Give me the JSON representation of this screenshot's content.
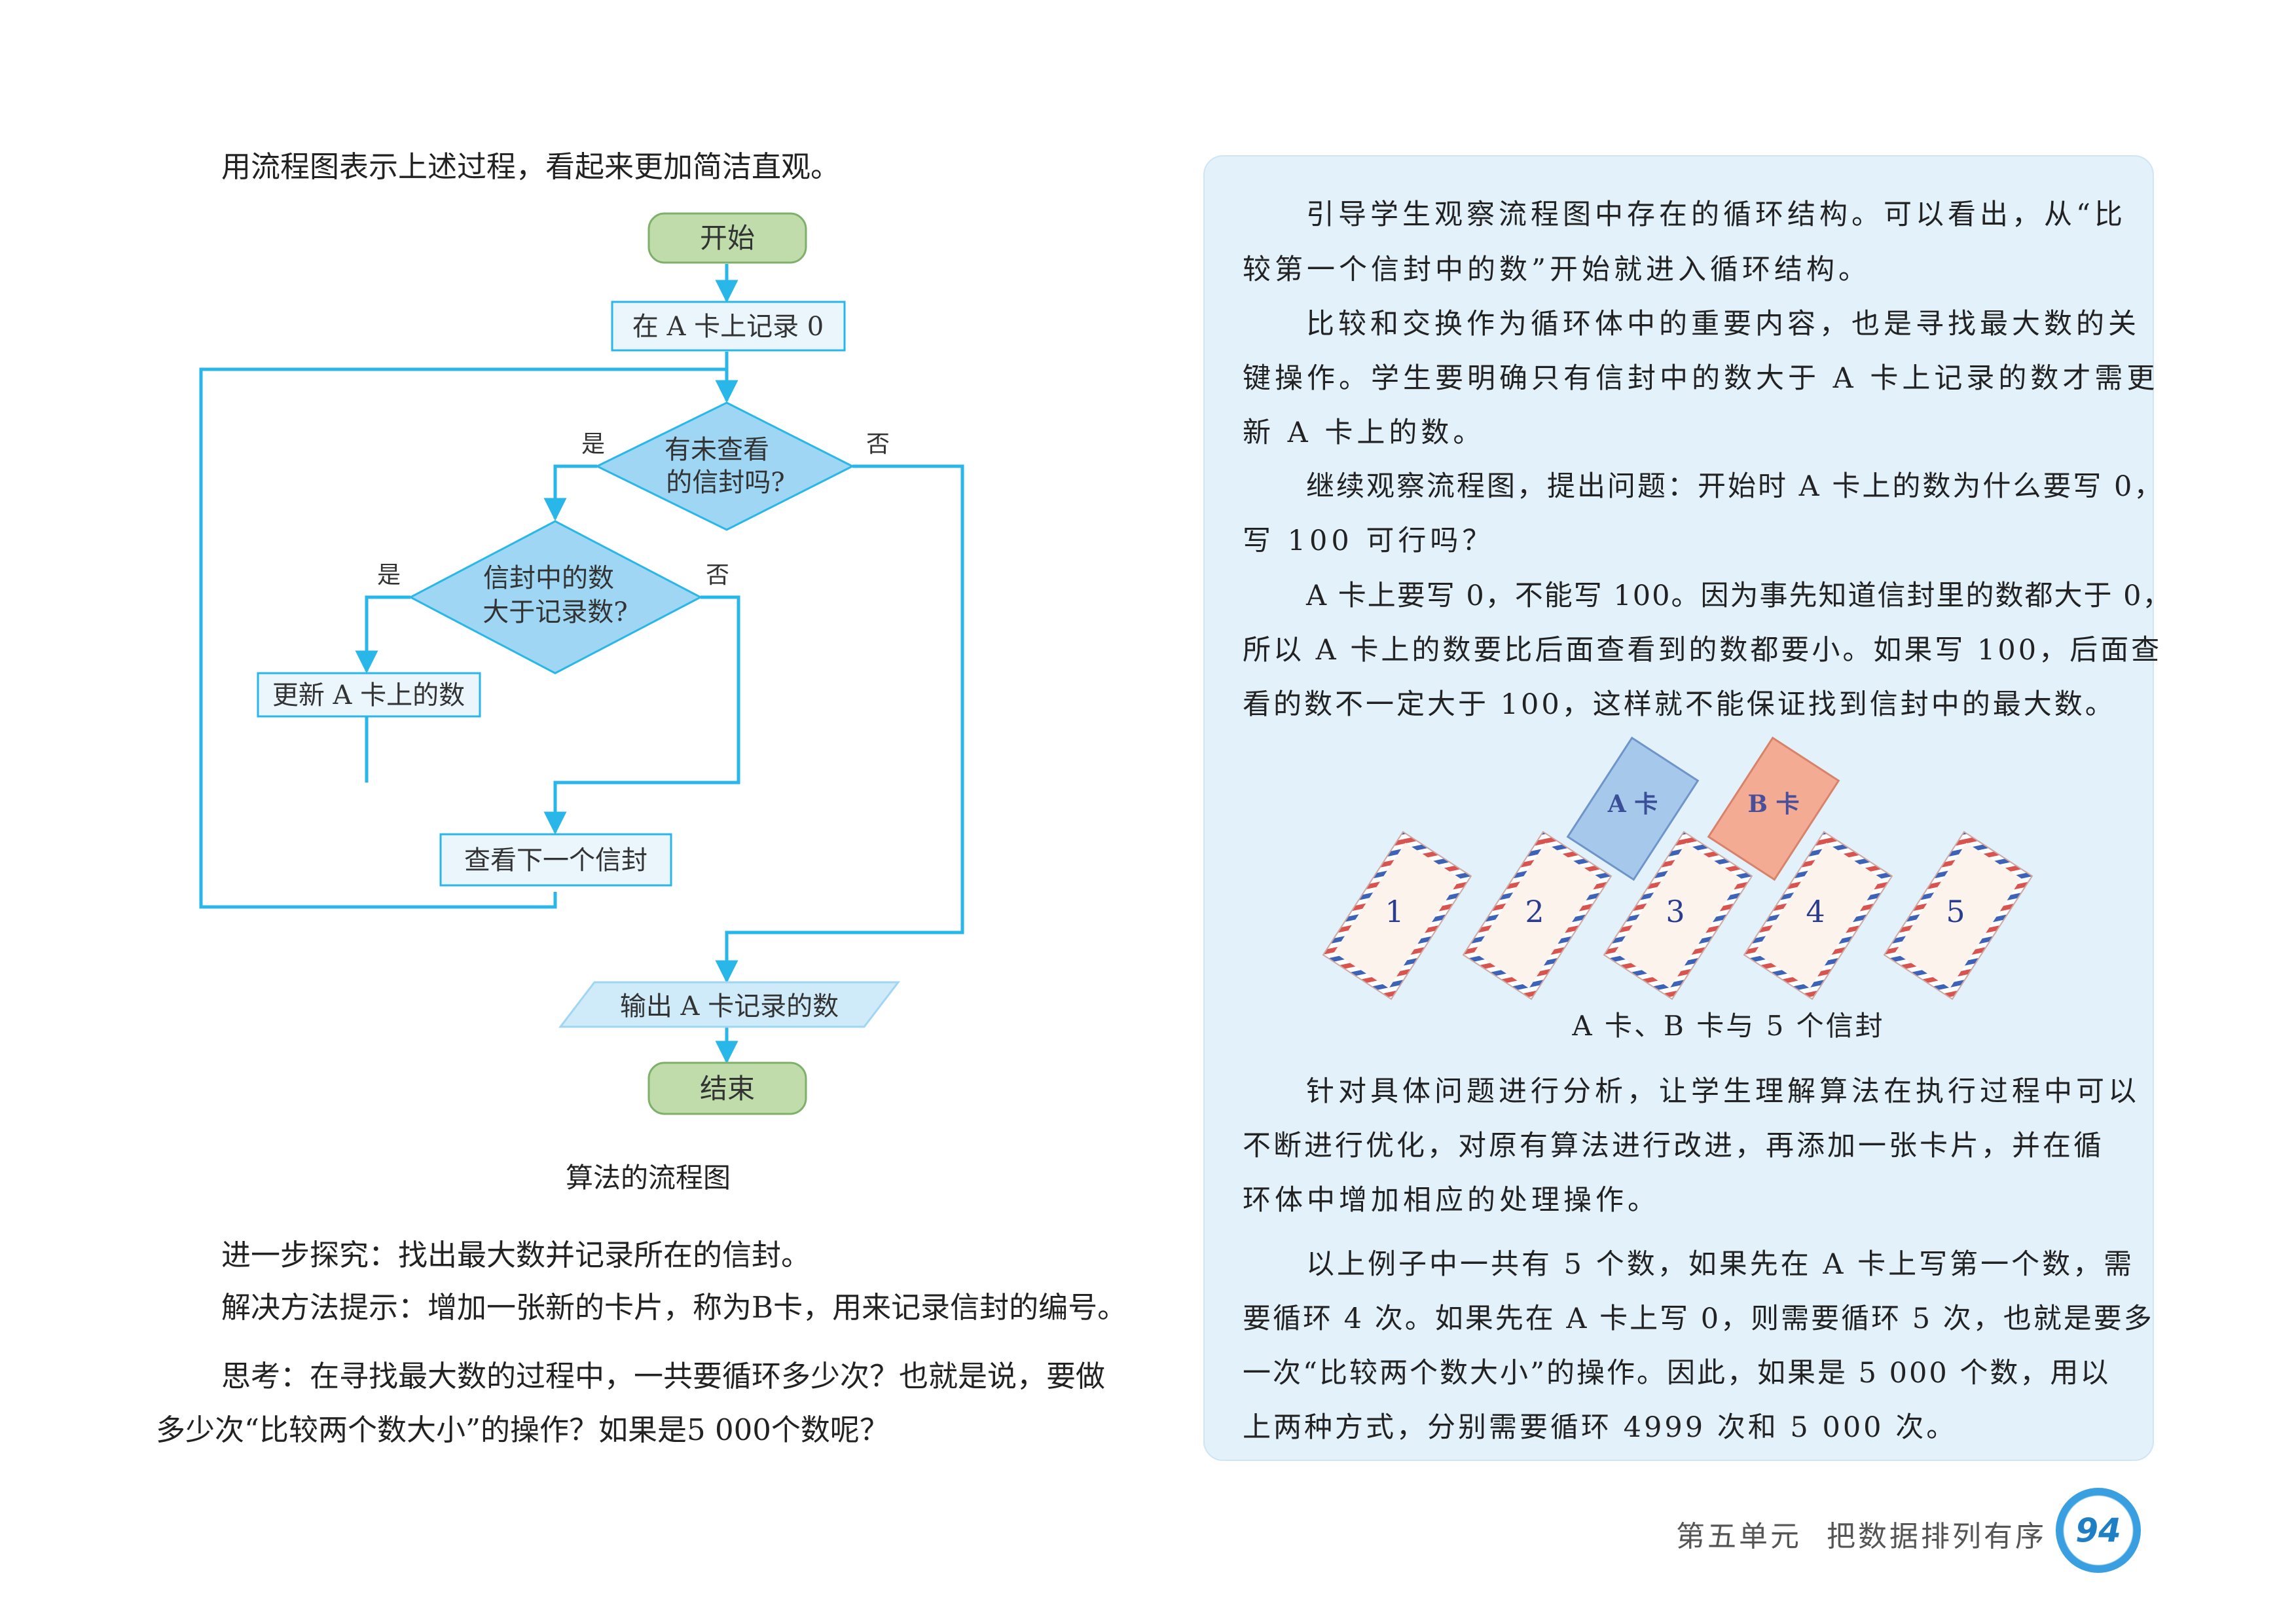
{
  "left": {
    "intro": "用流程图表示上述过程，看起来更加简洁直观。",
    "flowchart": {
      "start": "开始",
      "init": "在 A 卡上记录 0",
      "cond1_line1": "有未查看",
      "cond1_line2": "的信封吗?",
      "cond1_yes": "是",
      "cond1_no": "否",
      "cond2_line1": "信封中的数",
      "cond2_line2": "大于记录数?",
      "cond2_yes": "是",
      "cond2_no": "否",
      "update": "更新 A 卡上的数",
      "next": "查看下一个信封",
      "output": "输出 A 卡记录的数",
      "end": "结束"
    },
    "caption": "算法的流程图",
    "para1": "进一步探究：找出最大数并记录所在的信封。",
    "para2": "解决方法提示：增加一张新的卡片，称为B卡，用来记录信封的编号。",
    "para3_line1": "思考：在寻找最大数的过程中，一共要循环多少次？也就是说，要做",
    "para3_line2": "多少次“比较两个数大小”的操作？如果是5 000个数呢？"
  },
  "right": {
    "lines": [
      "引导学生观察流程图中存在的循环结构。可以看出，从“比",
      "较第一个信封中的数”开始就进入循环结构。",
      "比较和交换作为循环体中的重要内容，也是寻找最大数的关",
      "键操作。学生要明确只有信封中的数大于 A 卡上记录的数才需更",
      "新 A 卡上的数。",
      "继续观察流程图，提出问题：开始时 A 卡上的数为什么要写 0，",
      "写 100 可行吗？",
      "A 卡上要写 0，不能写 100。因为事先知道信封里的数都大于 0，",
      "所以 A 卡上的数要比后面查看到的数都要小。如果写 100，后面查",
      "看的数不一定大于 100，这样就不能保证找到信封中的最大数。"
    ],
    "cards": {
      "card_a": "A 卡",
      "card_b": "B 卡",
      "envelopes": [
        "1",
        "2",
        "3",
        "4",
        "5"
      ],
      "caption": "A 卡、B 卡与 5 个信封"
    },
    "lines2": [
      "针对具体问题进行分析，让学生理解算法在执行过程中可以",
      "不断进行优化，对原有算法进行改进，再添加一张卡片，并在循",
      "环体中增加相应的处理操作。",
      "以上例子中一共有 5 个数，如果先在 A 卡上写第一个数，需",
      "要循环 4 次。如果先在 A 卡上写 0，则需要循环 5 次，也就是要多",
      "一次“比较两个数大小”的操作。因此，如果是 5 000 个数，用以",
      "上两种方式，分别需要循环 4999 次和 5 000 次。"
    ]
  },
  "footer": {
    "unit": "第五单元",
    "title": "把数据排列有序",
    "page": "94"
  },
  "colors": {
    "flow_line": "#29b6e8",
    "start_end_fill": "#bfdcaa",
    "start_end_stroke": "#7fb06a",
    "decision_fill": "#9fd6f3",
    "process_fill": "#eaf5fc",
    "panel_bg": "#e3f1fa",
    "card_a": "#a6c8ea",
    "card_b": "#f3ab94",
    "envelope_number": "#2b3d8f"
  }
}
